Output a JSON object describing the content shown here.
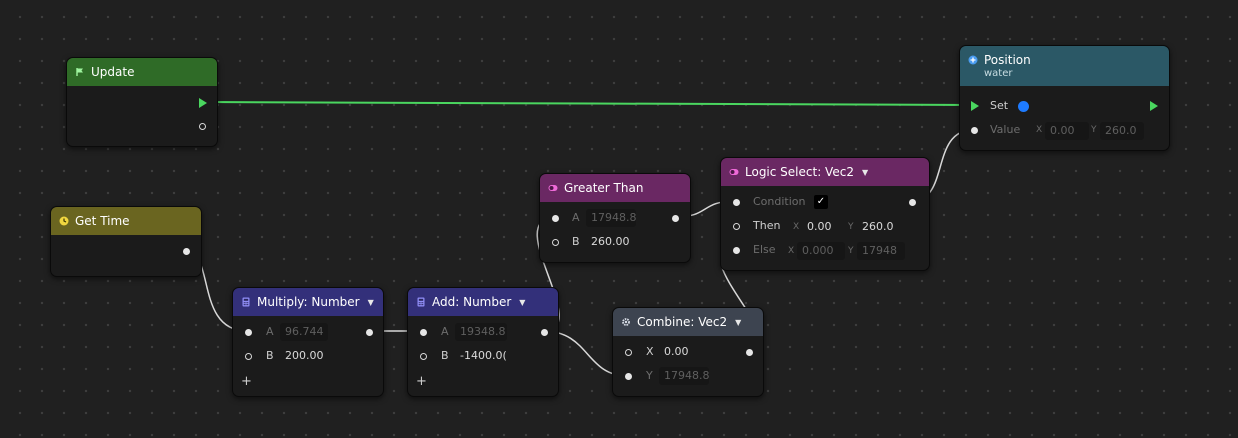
{
  "nodes": {
    "update": {
      "title": "Update"
    },
    "position": {
      "title": "Position",
      "subtitle": "water",
      "set_label": "Set",
      "value_label": "Value",
      "x_axis": "X",
      "x_value": "0.00",
      "y_axis": "Y",
      "y_value": "260.0"
    },
    "get_time": {
      "title": "Get Time"
    },
    "greater_than": {
      "title": "Greater Than",
      "a_label": "A",
      "a_value": "17948.8",
      "b_label": "B",
      "b_value": "260.00"
    },
    "logic_select": {
      "title": "Logic Select: Vec2",
      "condition_label": "Condition",
      "condition_check": "✓",
      "then_label": "Then",
      "then_x_axis": "X",
      "then_x": "0.00",
      "then_y_axis": "Y",
      "then_y": "260.0",
      "else_label": "Else",
      "else_x_axis": "X",
      "else_x": "0.000",
      "else_y_axis": "Y",
      "else_y": "17948"
    },
    "multiply": {
      "title": "Multiply: Number",
      "a_label": "A",
      "a_value": "96.744",
      "b_label": "B",
      "b_value": "200.00",
      "add_port": "+"
    },
    "add": {
      "title": "Add: Number",
      "a_label": "A",
      "a_value": "19348.8",
      "b_label": "B",
      "b_value": "-1400.0(",
      "add_port": "+"
    },
    "combine": {
      "title": "Combine: Vec2",
      "x_label": "X",
      "x_value": "0.00",
      "y_label": "Y",
      "y_value": "17948.8"
    }
  },
  "colors": {
    "canvas": "#202020",
    "update_header": "#2f6b27",
    "position_header": "#2b5866",
    "get_time_header": "#6a6520",
    "greater_than_header": "#6a2863",
    "logic_select_header": "#6a2863",
    "math_header": "#33307a",
    "combine_header": "#3d4450",
    "exec_wire": "#4ad65f",
    "data_wire": "#d8d8d8"
  },
  "icons": {
    "update": "flag-icon",
    "position": "plus-circle-icon",
    "get_time": "clock-icon",
    "logic": "toggle-icon",
    "math": "calculator-icon",
    "combine": "gear-icon"
  }
}
